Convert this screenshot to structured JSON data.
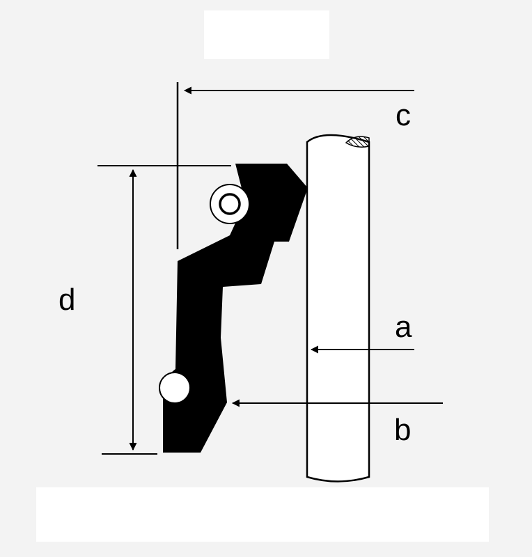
{
  "labels": {
    "a": "a",
    "b": "b",
    "c": "c",
    "d": "d"
  },
  "colors": {
    "background": "#f3f3f3",
    "panel": "#ffffff",
    "ink": "#000000"
  }
}
